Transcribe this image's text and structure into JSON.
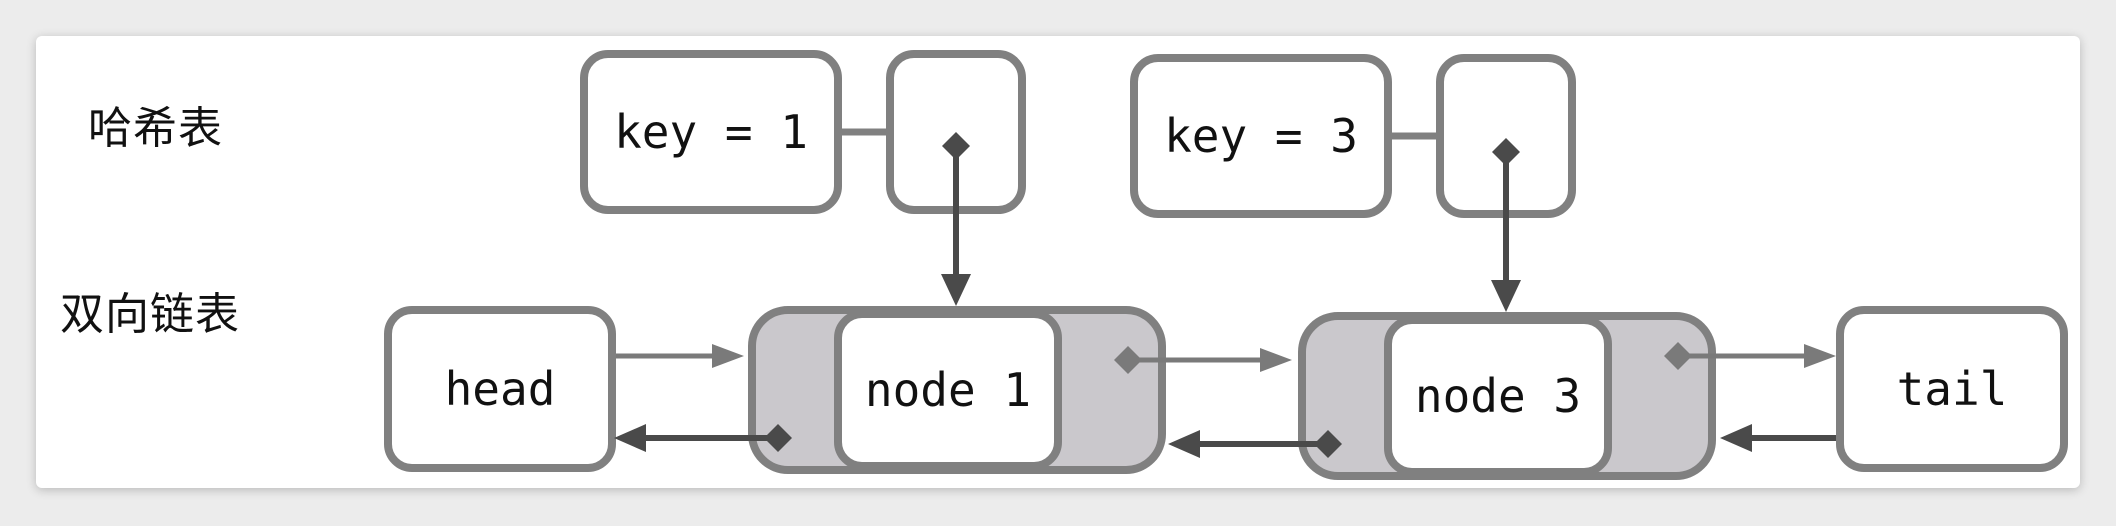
{
  "labels": {
    "hash_table": "哈希表",
    "linked_list": "双向链表"
  },
  "hash_entries": [
    {
      "key_text": "key = 1"
    },
    {
      "key_text": "key = 3"
    }
  ],
  "list_nodes": {
    "head": "head",
    "node1": "node 1",
    "node3": "node 3",
    "tail": "tail"
  },
  "colors": {
    "border": "#808080",
    "node_fill": "#cac8cc",
    "arrow": "#4a4a4a",
    "arrow_light": "#7a7a7a"
  }
}
